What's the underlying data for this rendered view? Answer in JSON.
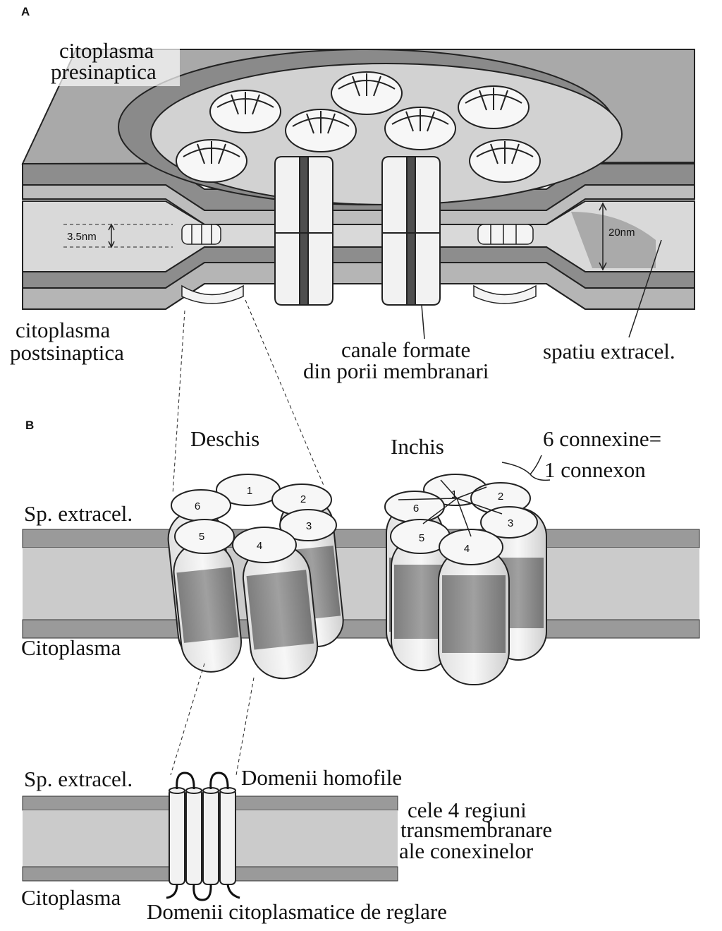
{
  "panels": {
    "a": "A",
    "b": "B"
  },
  "labels": {
    "citoplasma_presinaptica": [
      "citoplasma",
      "presinaptica"
    ],
    "citoplasma_postsinaptica": [
      "citoplasma",
      "postsinaptica"
    ],
    "canale": [
      "canale formate",
      "din porii membranari"
    ],
    "spatiu_extracel": "spatiu extracel.",
    "gap_small": "3.5nm",
    "gap_large": "20nm",
    "deschis": "Deschis",
    "inchis": "Inchis",
    "connexine": [
      "6 connexine=",
      "1 connexon"
    ],
    "sp_extracel_1": "Sp. extracel.",
    "citoplasma_1": "Citoplasma",
    "sp_extracel_2": "Sp. extracel.",
    "citoplasma_2": "Citoplasma",
    "domenii_homofile": "Domenii homofile",
    "regiuni": [
      "cele 4 regiuni",
      "transmembranare",
      "ale conexinelor"
    ],
    "domenii_cito": "Domenii citoplasmatice de reglare"
  },
  "subunit_numbers": [
    "1",
    "2",
    "3",
    "4",
    "5",
    "6"
  ],
  "colors": {
    "membrane_dark": "#9a9a9a",
    "membrane_light": "#c8c8c8",
    "protein": "#f4f4f4",
    "cylinder_band": "#8c8c8c"
  }
}
